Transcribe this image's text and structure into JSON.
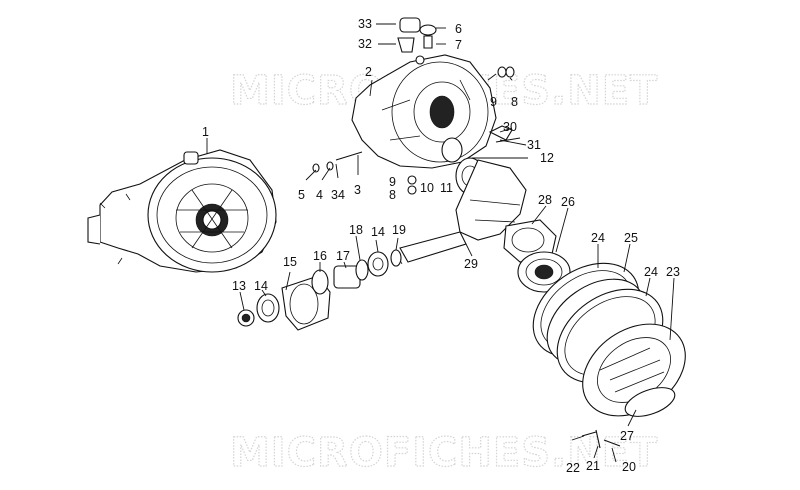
{
  "watermark": {
    "top": "MICROFICHES.NET",
    "bottom": "MICROFICHES.NET"
  },
  "callouts": [
    "1",
    "2",
    "3",
    "4",
    "5",
    "6",
    "7",
    "8",
    "8",
    "9",
    "9",
    "10",
    "11",
    "12",
    "13",
    "14",
    "14",
    "15",
    "16",
    "17",
    "18",
    "19",
    "20",
    "21",
    "22",
    "23",
    "24",
    "24",
    "25",
    "26",
    "27",
    "28",
    "29",
    "30",
    "31",
    "32",
    "33",
    "34"
  ],
  "colors": {
    "ink": "#111111",
    "background": "#ffffff",
    "watermark": "#d4d4d4"
  }
}
